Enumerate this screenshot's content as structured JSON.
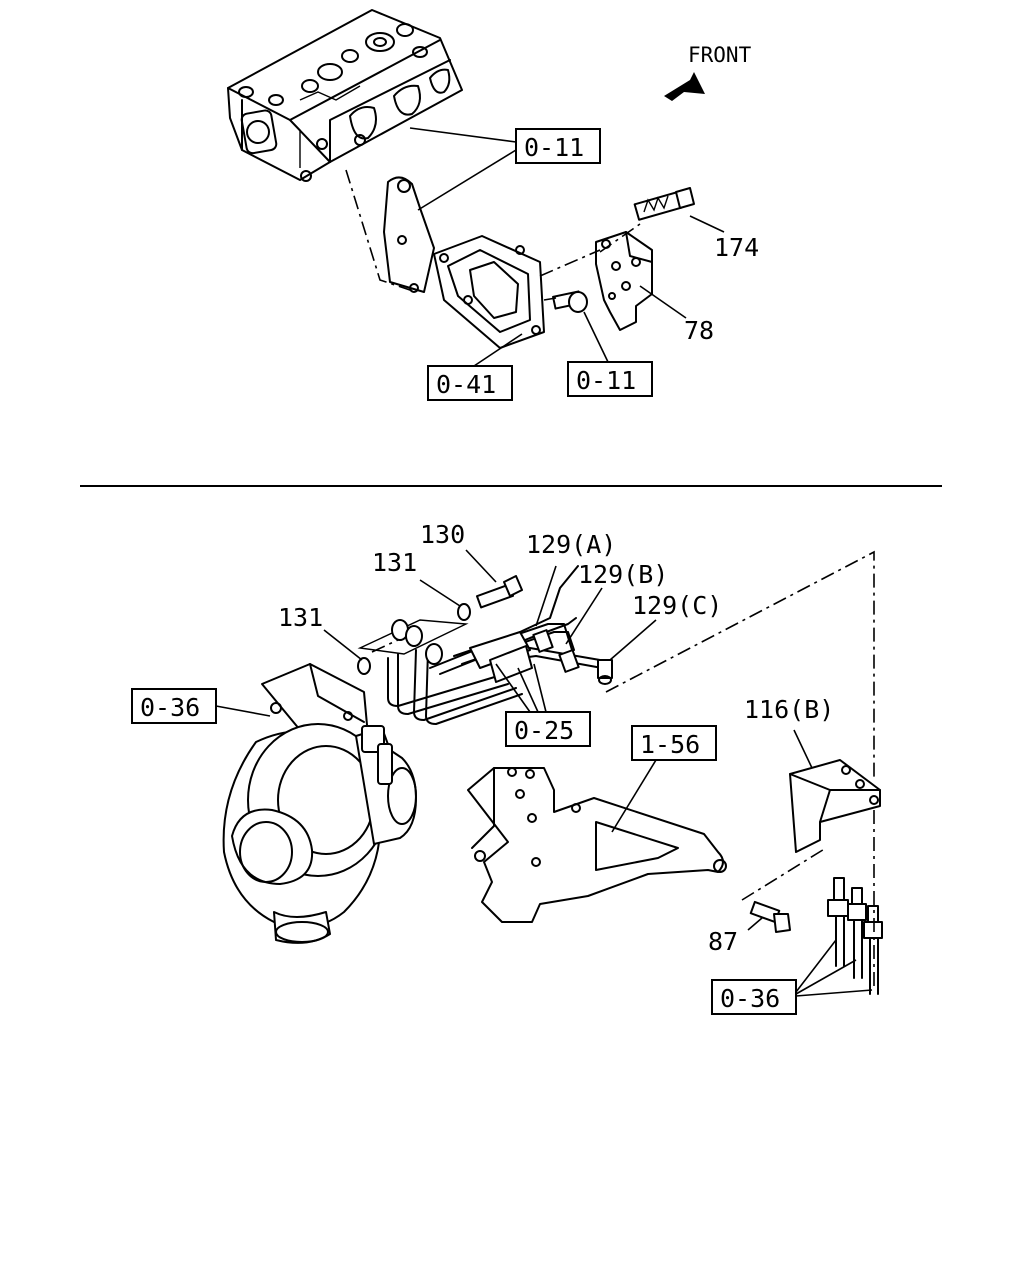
{
  "front_label": "FRONT",
  "callouts": {
    "p174": "174",
    "p78": "78",
    "p130": "130",
    "p131_upper": "131",
    "p131_lower": "131",
    "p129a": "129(A)",
    "p129b": "129(B)",
    "p129c": "129(C)",
    "p116b": "116(B)",
    "p87": "87"
  },
  "references": {
    "ref_011_top": "0-11",
    "ref_041": "0-41",
    "ref_011_bottom": "0-11",
    "ref_036_left": "0-36",
    "ref_025": "0-25",
    "ref_156": "1-56",
    "ref_036_bottom": "0-36"
  },
  "icons": [
    "front-arrow-icon"
  ]
}
